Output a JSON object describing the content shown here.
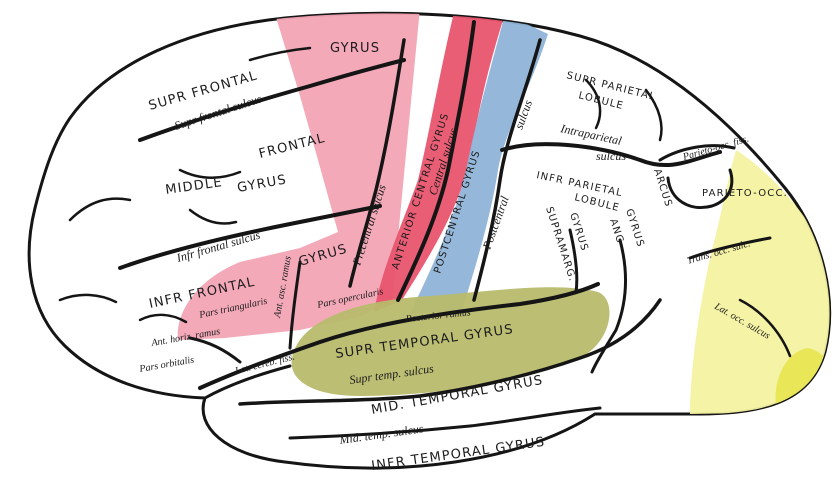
{
  "colors": {
    "frontal_precentral": "#f2a4b4",
    "anterior_central": "#e8546e",
    "postcentral": "#8fb4d8",
    "superior_temporal": "#b8bb6c",
    "occipital": "#f4f2a0",
    "occipital_pole": "#e8e652",
    "outline": "#151515"
  },
  "labels": {
    "gyrus_top": "GYRUS",
    "supr_frontal": "SUPR FRONTAL",
    "supr_frontal_sulcus": "Supr frontal sulcus",
    "middle": "MIDDLE",
    "frontal": "FRONTAL",
    "gyrus_mid": "GYRUS",
    "infr_frontal_sulcus": "Infr frontal sulcus",
    "inf_frontal": "INFR FRONTAL",
    "gyrus_inf": "GYRUS",
    "precentral_sulcus": "Precentral sulcus",
    "anterior_central_gyrus": "ANTERIOR CENTRAL GYRUS",
    "central_sulcus": "Central sulcus",
    "post_central_gyrus": "POSTCENTRAL GYRUS",
    "postcentral_sulcus_top": "sulcus",
    "postcentral_label": "Postcentral",
    "supr_parietal": "SUPR PARIETAL",
    "lobule_top": "LOBULE",
    "intraparietal": "Intraparietal",
    "sulcus_ip": "sulcus",
    "infr_parietal": "INFR PARIETAL",
    "lobule_inf": "LOBULE",
    "supramarg": "SUPRAMARG.",
    "gyrus_sm": "GYRUS",
    "ang": "ANG",
    "gyrus_ang": "GYRUS",
    "parieto_occ_fiss": "Parieto-occ. fiss.",
    "arcus": "ARCUS",
    "parieto_occ": "PARIETO-OCC.",
    "trans_occ_sulc": "Trans. occ. sulc.",
    "lat_occ_sulcus": "Lat. occ. sulcus",
    "pars_triangularis": "Pars triangularis",
    "ant_asc_ramus": "Ant. asc. ramus",
    "pars_opercularis": "Pars opercularis",
    "ant_horiz_ramus": "Ant. horiz. ramus",
    "pars_orbitalis": "Pars orbitalis",
    "lat_cereb_fiss": "Lat. cereb. fiss.",
    "posterior_ramus": "Posterior ramus",
    "supr_temporal_gyrus": "SUPR TEMPORAL GYRUS",
    "supr_temp_sulcus": "Supr temp. sulcus",
    "mid_temporal_gyrus": "MID. TEMPORAL GYRUS",
    "mid_temp_sulcus": "Mid. temp. sulcus",
    "inf_temporal_gyrus": "INFR TEMPORAL GYRUS"
  }
}
